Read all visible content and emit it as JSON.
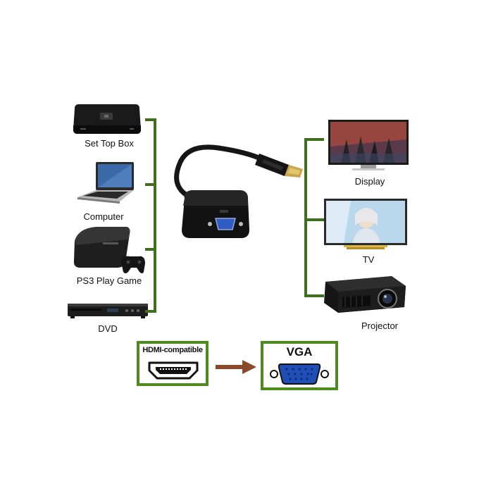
{
  "inputs": [
    {
      "label": "Set Top Box"
    },
    {
      "label": "Computer"
    },
    {
      "label": "PS3 Play Game"
    },
    {
      "label": "DVD"
    }
  ],
  "outputs": [
    {
      "label": "Display"
    },
    {
      "label": "TV"
    },
    {
      "label": "Projector"
    }
  ],
  "conversion": {
    "source_label": "HDMI-compatible",
    "target_label": "VGA"
  },
  "colors": {
    "bracket": "#3f6e1f",
    "box_border": "#4f8a1e",
    "arrow": "#8a4a2a",
    "vga_blue": "#1f4fb5"
  },
  "icons": {
    "adapter": "hdmi-to-vga-adapter-icon",
    "hdmi_port": "hdmi-port-icon",
    "vga_port": "vga-port-icon",
    "arrow": "arrow-right-icon"
  }
}
